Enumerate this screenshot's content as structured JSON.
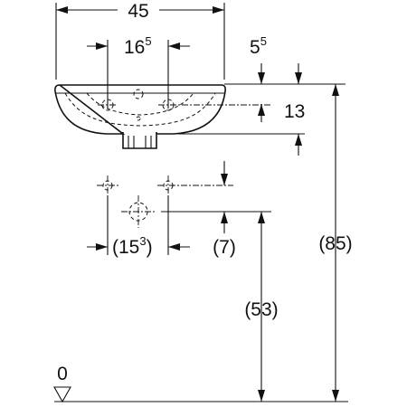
{
  "dimensions": {
    "overall_width": "45",
    "tap_hole_spacing": {
      "main": "16",
      "sup": "5"
    },
    "rim_offset": {
      "main": "5",
      "sup": "5"
    },
    "basin_depth": "13",
    "bracket_spacing": {
      "open": "(15",
      "sup": "3",
      "close": ")"
    },
    "bracket_offset": "(7)",
    "bracket_height": "(53)",
    "rim_height": "(85)",
    "floor_level": "0"
  }
}
